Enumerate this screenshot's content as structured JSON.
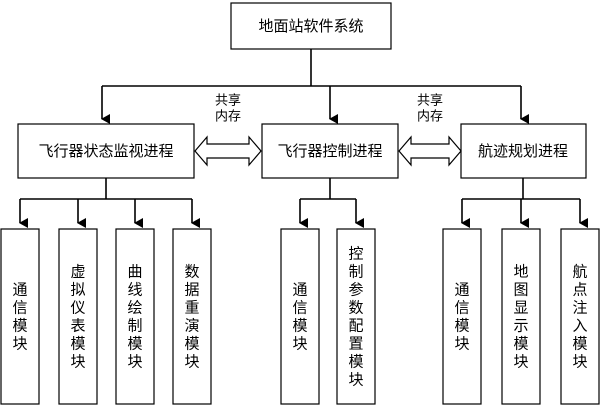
{
  "root": {
    "label": "地面站软件系统"
  },
  "processes": [
    {
      "id": "monitor",
      "label": "飞行器状态监视进程",
      "modules": [
        "通信模块",
        "虚拟仪表模块",
        "曲线绘制模块",
        "数据重演模块"
      ]
    },
    {
      "id": "control",
      "label": "飞行器控制进程",
      "modules": [
        "通信模块",
        "控制参数配置模块"
      ]
    },
    {
      "id": "planning",
      "label": "航迹规划进程",
      "modules": [
        "通信模块",
        "地图显示模块",
        "航点注入模块"
      ]
    }
  ],
  "shared_memory": [
    {
      "line1": "共享",
      "line2": "内存"
    },
    {
      "line1": "共享",
      "line2": "内存"
    }
  ]
}
